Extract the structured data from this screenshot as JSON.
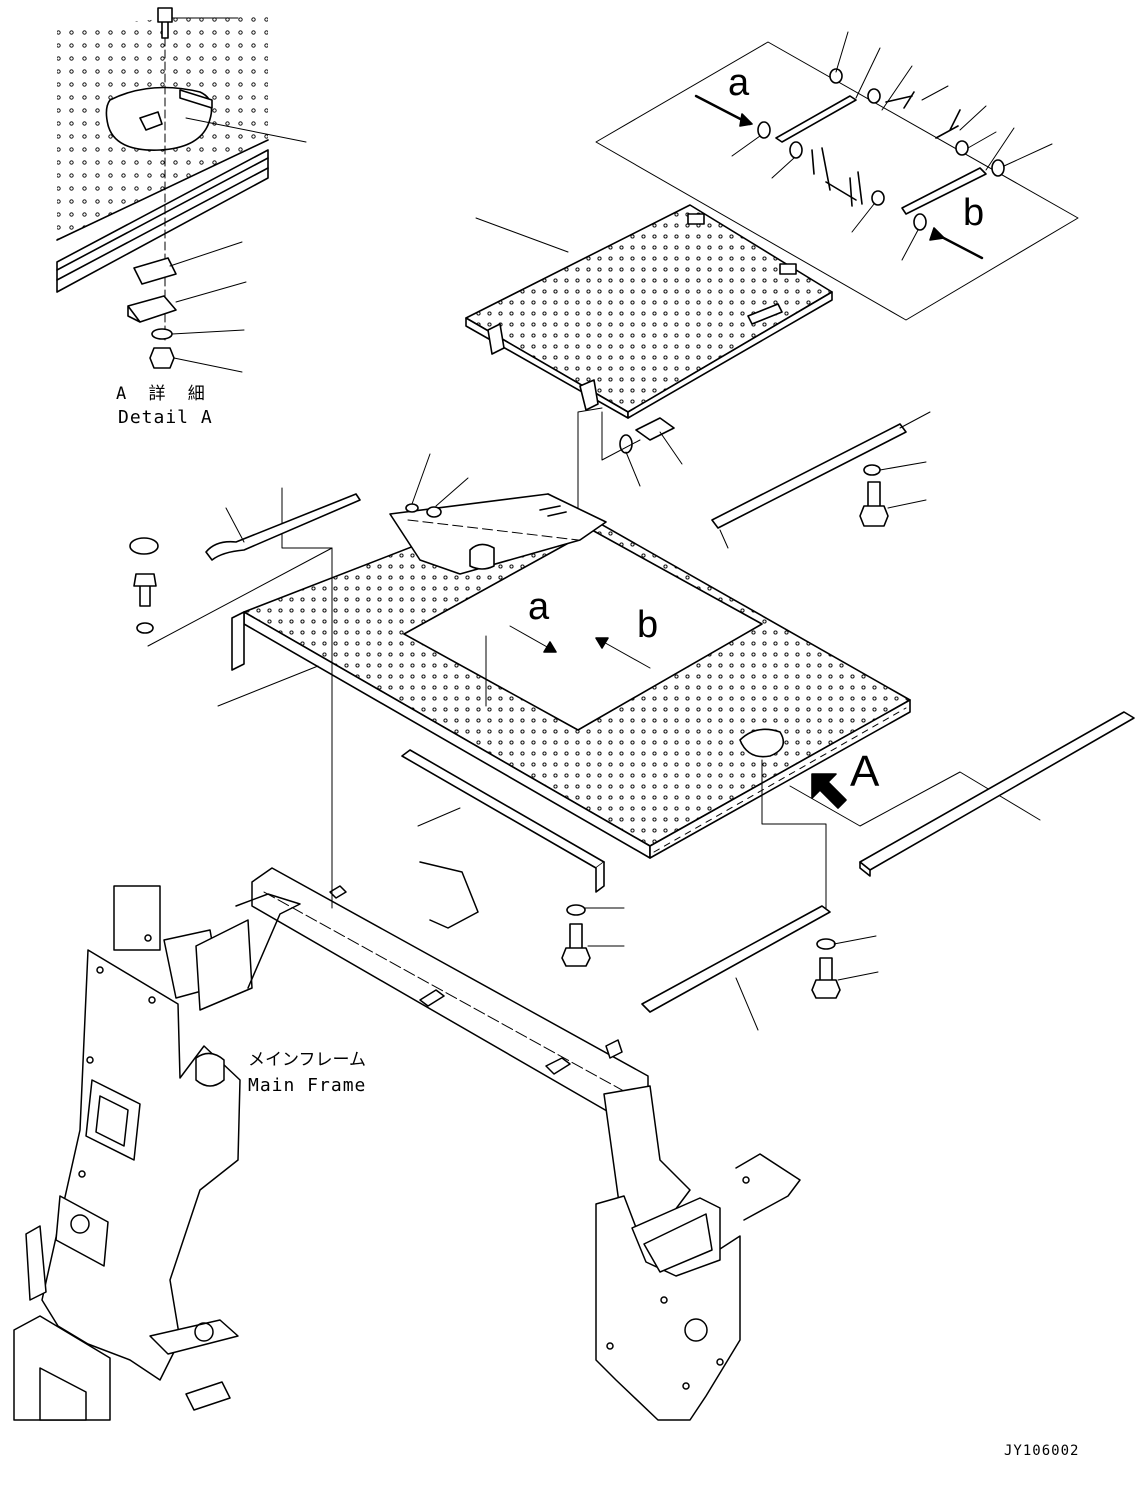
{
  "labels": {
    "detail_jp": "A 詳 細",
    "detail_en": "Detail A",
    "frame_jp": "メインフレーム",
    "frame_en": "Main Frame",
    "drawing_no": "JY106002"
  },
  "view_marks": {
    "a_upper": "a",
    "b_upper": "b",
    "a_lower": "a",
    "b_lower": "b",
    "view_A": "A"
  },
  "style": {
    "line_color": "#000000",
    "background": "#ffffff"
  }
}
